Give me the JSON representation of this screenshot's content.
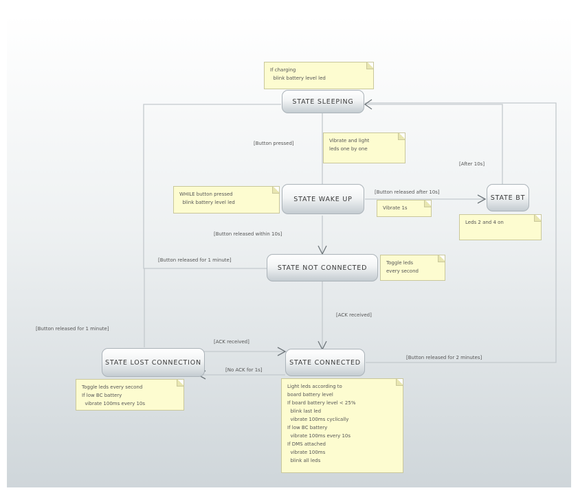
{
  "states": {
    "sleeping": "STATE SLEEPING",
    "wake_up": "STATE WAKE UP",
    "bt": "STATE BT",
    "not_connected": "STATE NOT CONNECTED",
    "connected": "STATE CONNECTED",
    "lost_connection": "STATE LOST CONNECTION"
  },
  "notes": {
    "sleeping": [
      "If charging",
      "  blink battery level led"
    ],
    "vibrate_lights": [
      "Vibrate and light",
      "leds one by one"
    ],
    "wake_up": [
      "WHILE button pressed",
      "  blink battery level led"
    ],
    "vibrate": [
      "Vibrate 1s"
    ],
    "bt": [
      "Leds 2 and 4 on"
    ],
    "toggle_leds": [
      "Toggle leds",
      "every second"
    ],
    "lost_connection": [
      "Toggle leds every second",
      "If low BC battery",
      "  vibrate 100ms every 10s"
    ],
    "connected": [
      "Light leds according to",
      "board battery level",
      "If board battery level < 25%",
      "  blink last led",
      "  vibrate 100ms cyclically",
      "If low BC battery",
      "  vibrate 100ms every 10s",
      "If DMS attached",
      "  vibrate 100ms",
      "  blink all leds"
    ]
  },
  "transitions": {
    "button_pressed": "[Button pressed]",
    "released_after_10s": "[Button released after 10s]",
    "after_10s": "[After 10s]",
    "released_within_10s": "[Button released within 10s]",
    "released_1min_nc": "[Button released for 1 minute]",
    "ack_received_down": "[ACK received]",
    "released_1min_lost": "[Button released for 1 minute]",
    "ack_received_right": "[ACK received]",
    "no_ack": "[No ACK for 1s]",
    "released_2min": "[Button released for 2 minutes]"
  }
}
